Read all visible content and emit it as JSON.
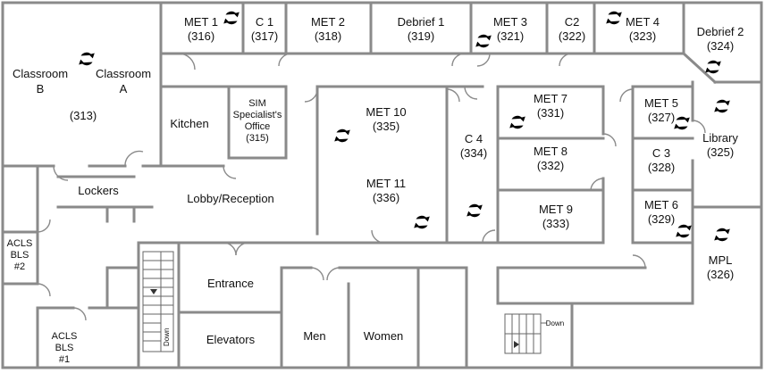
{
  "map": {
    "rooms": [
      {
        "id": "met1",
        "lines": [
          "MET 1",
          "(316)"
        ]
      },
      {
        "id": "c1",
        "lines": [
          "C 1",
          "(317)"
        ]
      },
      {
        "id": "met2",
        "lines": [
          "MET 2",
          "(318)"
        ]
      },
      {
        "id": "debrief1",
        "lines": [
          "Debrief 1",
          "(319)"
        ]
      },
      {
        "id": "met3",
        "lines": [
          "MET 3",
          "(321)"
        ]
      },
      {
        "id": "c2",
        "lines": [
          "C2",
          "(322)"
        ]
      },
      {
        "id": "met4",
        "lines": [
          "MET 4",
          "(323)"
        ]
      },
      {
        "id": "debrief2",
        "lines": [
          "Debrief 2",
          "(324)"
        ]
      },
      {
        "id": "classroom_b",
        "lines": [
          "Classroom",
          "B"
        ]
      },
      {
        "id": "classroom_a",
        "lines": [
          "Classroom",
          "A"
        ]
      },
      {
        "id": "room313",
        "lines": [
          "(313)"
        ]
      },
      {
        "id": "kitchen",
        "lines": [
          "Kitchen"
        ]
      },
      {
        "id": "sim_office",
        "lines": [
          "SIM",
          "Specialist's",
          "Office",
          "(315)"
        ]
      },
      {
        "id": "met10",
        "lines": [
          "MET 10",
          "(335)"
        ]
      },
      {
        "id": "met11",
        "lines": [
          "MET 11",
          "(336)"
        ]
      },
      {
        "id": "c4",
        "lines": [
          "C 4",
          "(334)"
        ]
      },
      {
        "id": "met7",
        "lines": [
          "MET 7",
          "(331)"
        ]
      },
      {
        "id": "met8",
        "lines": [
          "MET 8",
          "(332)"
        ]
      },
      {
        "id": "met9",
        "lines": [
          "MET 9",
          "(333)"
        ]
      },
      {
        "id": "met5",
        "lines": [
          "MET 5",
          "(327)"
        ]
      },
      {
        "id": "c3",
        "lines": [
          "C 3",
          "(328)"
        ]
      },
      {
        "id": "met6",
        "lines": [
          "MET 6",
          "(329)"
        ]
      },
      {
        "id": "library",
        "lines": [
          "Library",
          "(325)"
        ]
      },
      {
        "id": "mpl",
        "lines": [
          "MPL",
          "(326)"
        ]
      },
      {
        "id": "lockers",
        "lines": [
          "Lockers"
        ]
      },
      {
        "id": "lobby",
        "lines": [
          "Lobby/Reception"
        ]
      },
      {
        "id": "acls2",
        "lines": [
          "ACLS",
          "BLS",
          "#2"
        ]
      },
      {
        "id": "acls1",
        "lines": [
          "ACLS",
          "BLS",
          "#1"
        ]
      },
      {
        "id": "entrance",
        "lines": [
          "Entrance"
        ]
      },
      {
        "id": "elevators",
        "lines": [
          "Elevators"
        ]
      },
      {
        "id": "men",
        "lines": [
          "Men"
        ]
      },
      {
        "id": "women",
        "lines": [
          "Women"
        ]
      }
    ],
    "stairs": [
      {
        "id": "stair_left",
        "label": "Down"
      },
      {
        "id": "stair_right",
        "label": "Down"
      }
    ],
    "camera_icon": "refresh-icon",
    "camera_color": "#e8262b",
    "wall_color": "#8a8a8a"
  }
}
